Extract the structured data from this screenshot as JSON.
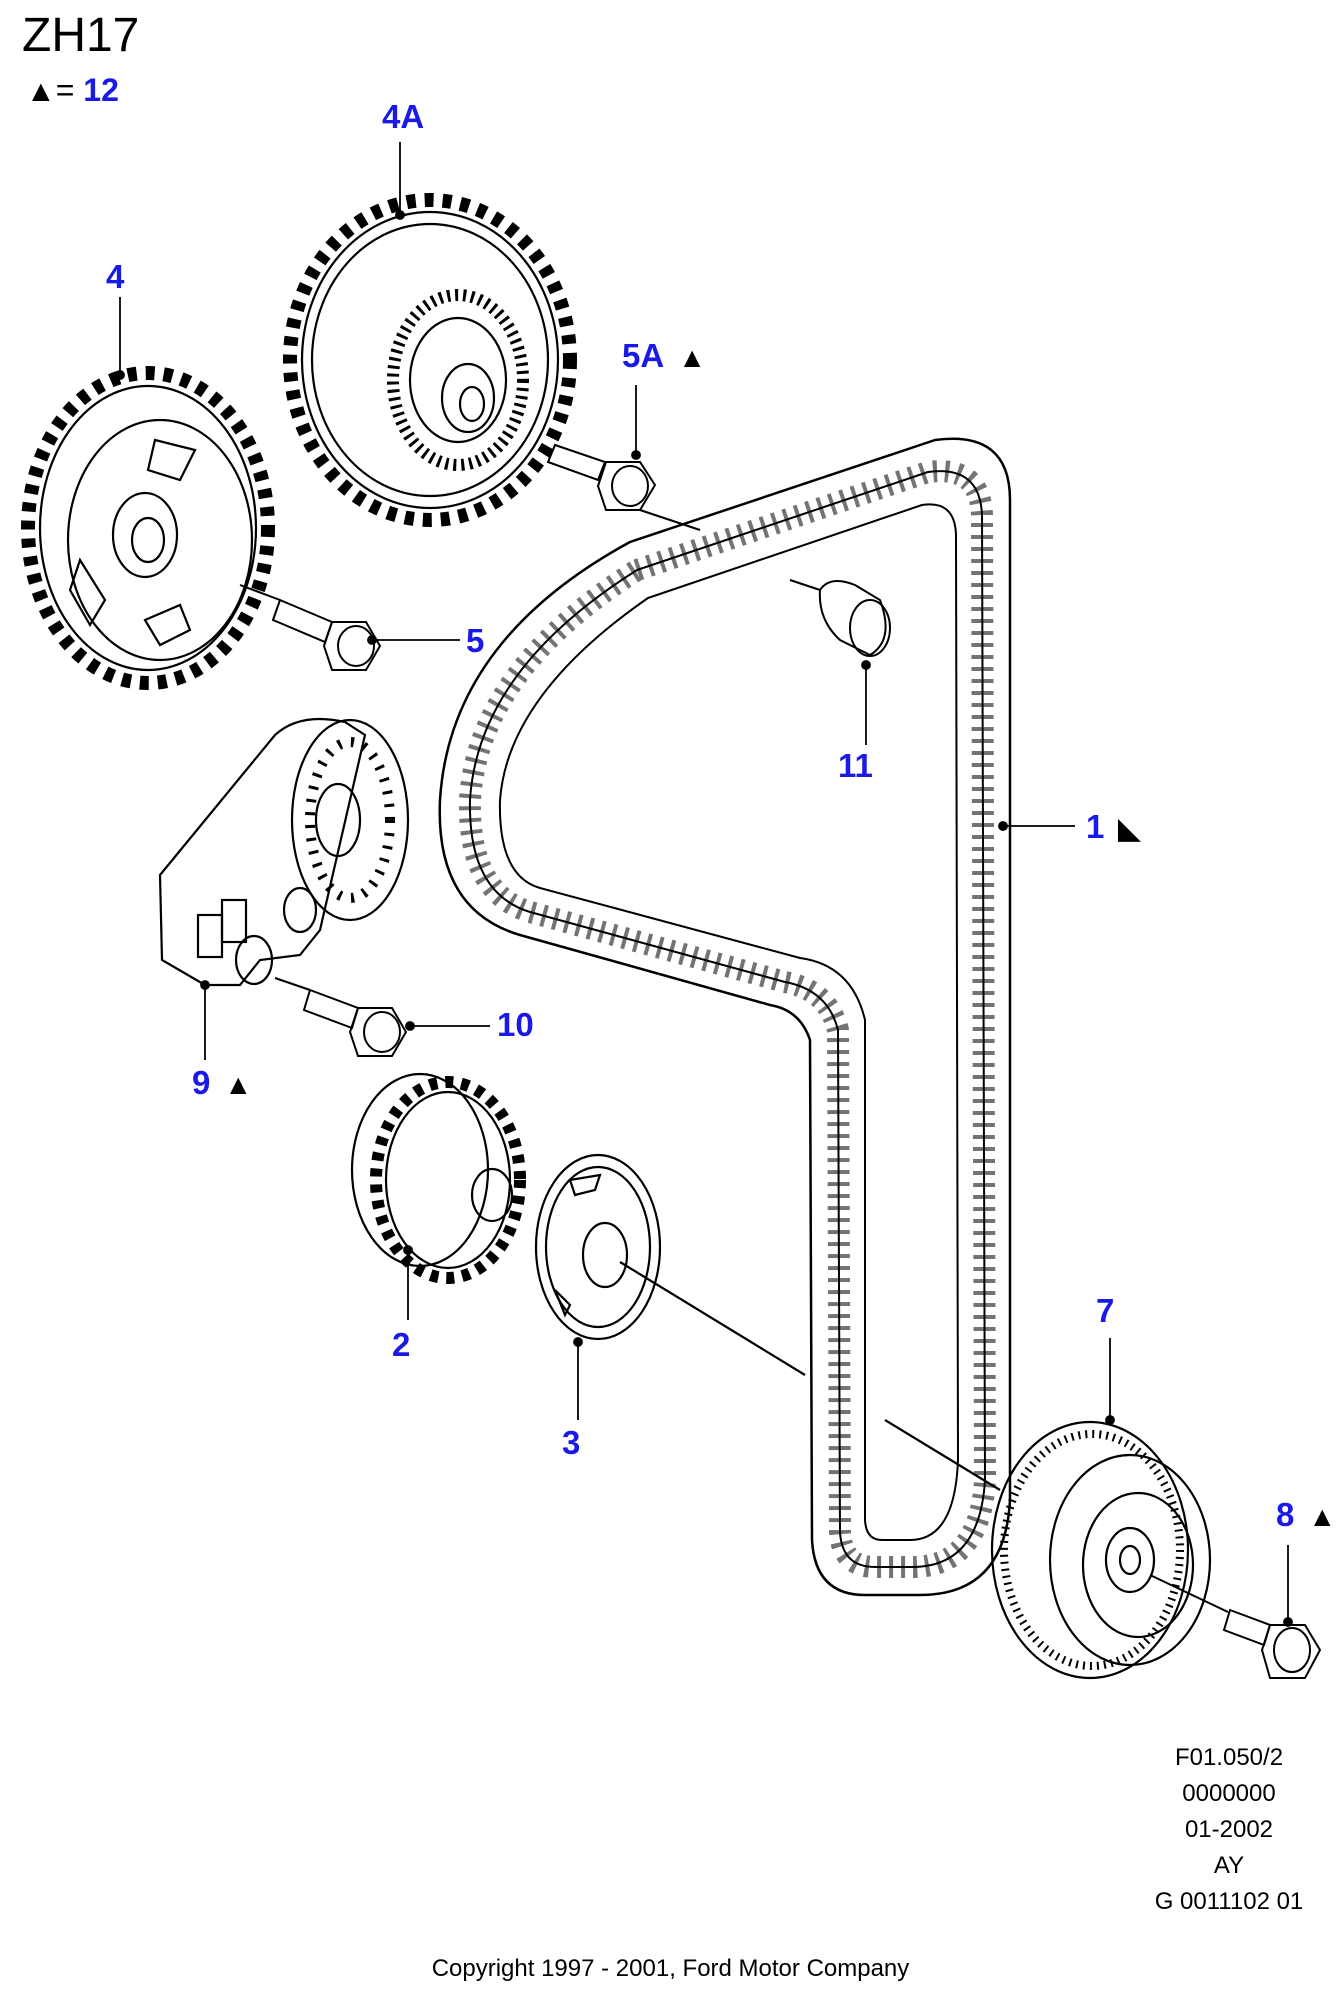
{
  "header": {
    "code": "ZH17",
    "legend_symbol": "▲",
    "legend_equals": "=",
    "legend_value": "12"
  },
  "callouts": [
    {
      "id": "4A",
      "marker": ""
    },
    {
      "id": "4",
      "marker": ""
    },
    {
      "id": "5A",
      "marker": "▲"
    },
    {
      "id": "5",
      "marker": ""
    },
    {
      "id": "11",
      "marker": ""
    },
    {
      "id": "1",
      "marker": "◣"
    },
    {
      "id": "10",
      "marker": ""
    },
    {
      "id": "9",
      "marker": "▲"
    },
    {
      "id": "2",
      "marker": ""
    },
    {
      "id": "3",
      "marker": ""
    },
    {
      "id": "7",
      "marker": ""
    },
    {
      "id": "8",
      "marker": "▲"
    }
  ],
  "info_block": {
    "lines": [
      "F01.050/2",
      "0000000",
      "01-2002",
      "AY",
      "G 0011102 01"
    ]
  },
  "footer": {
    "copyright": "Copyright 1997 - 2001, Ford Motor Company"
  },
  "colors": {
    "callout": "#1a1ae6",
    "line": "#000000",
    "background": "#ffffff"
  }
}
